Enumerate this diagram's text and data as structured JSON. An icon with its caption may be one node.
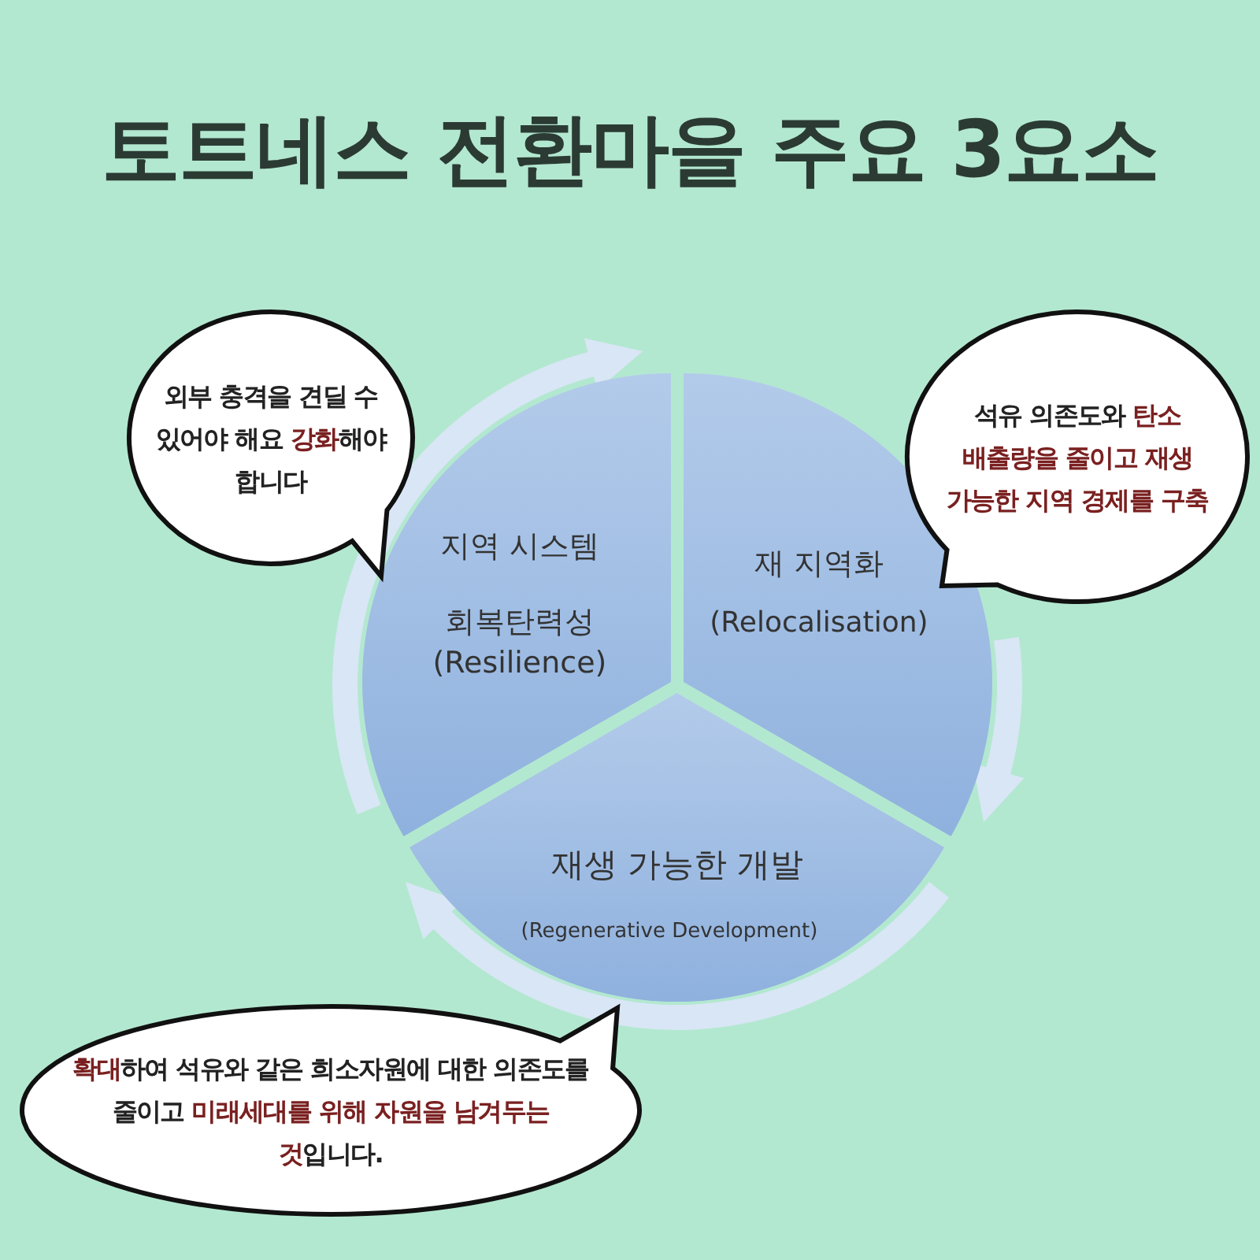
{
  "diagram": {
    "title": "토트네스 전환마을 주요 3요소",
    "nodes": [
      {
        "text": [
          "지역 시스템",
          "회복탄력성 (Resilience)"
        ]
      },
      {
        "text": [
          "재 지역화",
          "(Relocalisation)"
        ]
      },
      {
        "text": [
          "재생 가능한 개발",
          "(Regenerative Development)"
        ]
      },
      {
        "text": [
          "외부 충격을 견딜 수 있어야 해요 **강화**해야 합니다"
        ]
      },
      {
        "text": [
          "석유 의존도와 **탄소 배출량을 줄이고 재생 가능한 지역 경제를 구축**"
        ]
      },
      {
        "text": [
          "**확대**하여 석유와 같은 희소자원에 대한 의존도를 줄이고 **미래세대를 위해 자원을 남겨두는 것**입니다."
        ]
      }
    ],
    "edges": [
      {
        "from": 0,
        "to": 1,
        "arrow": "to"
      },
      {
        "from": 1,
        "to": 2,
        "arrow": "to"
      },
      {
        "from": 2,
        "to": 0,
        "arrow": "to"
      }
    ]
  }
}
